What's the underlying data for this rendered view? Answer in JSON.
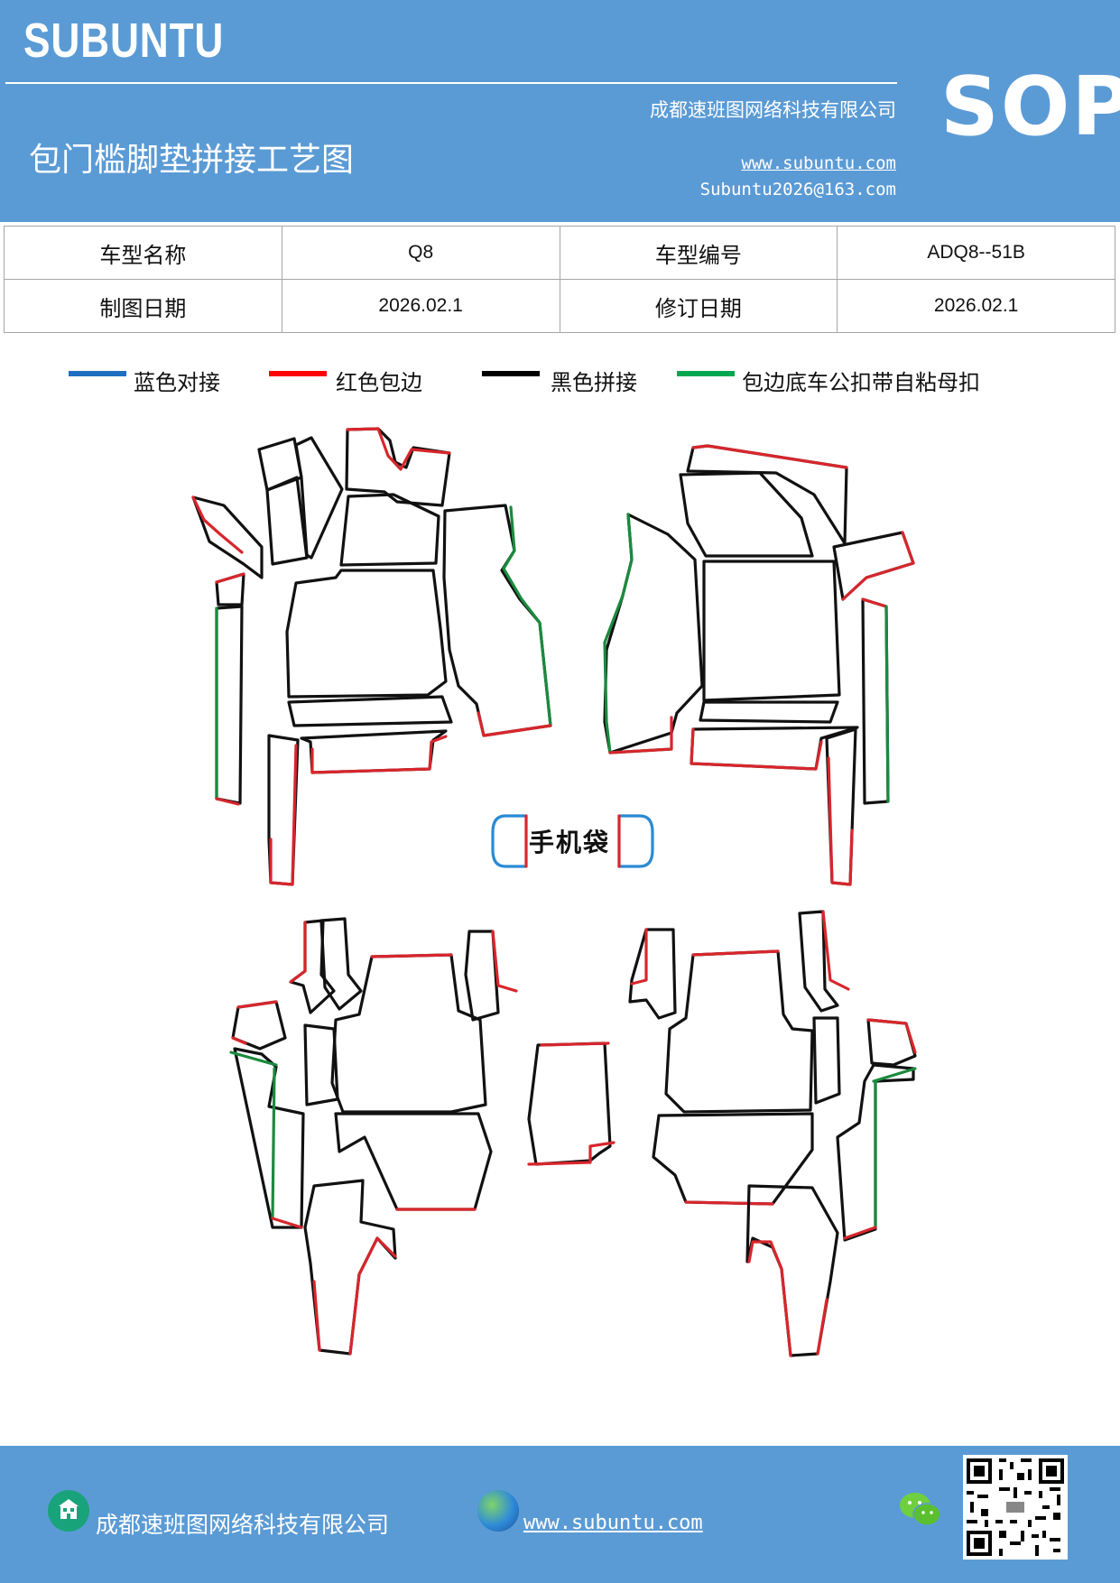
{
  "header": {
    "logo": "SUBUNTU",
    "badge": "SOP",
    "company": "成都速班图网络科技有限公司",
    "title": "包门槛脚垫拼接工艺图",
    "website": "www.subuntu.com",
    "email": "Subuntu2026@163.com"
  },
  "info_table": {
    "model_name_label": "车型名称",
    "model_name_value": "Q8",
    "model_code_label": "车型编号",
    "model_code_value": "ADQ8--51B",
    "drawing_date_label": "制图日期",
    "drawing_date_value": "2026.02.1",
    "revision_date_label": "修订日期",
    "revision_date_value": "2026.02.1"
  },
  "legend": [
    {
      "label": "蓝色对接",
      "color": "#1f6fc0"
    },
    {
      "label": "红色包边",
      "color": "#ff0000"
    },
    {
      "label": "黑色拼接",
      "color": "#000000"
    },
    {
      "label": "包边底车公扣带自粘母扣",
      "color": "#00a650"
    }
  ],
  "diagram": {
    "phone_pocket_label": "手机袋",
    "line_colors": {
      "black": "#111111",
      "red": "#d7262c",
      "green": "#1a8a3e",
      "blue": "#2a8ad4"
    }
  },
  "footer": {
    "company": "成都速班图网络科技有限公司",
    "website": "www.subuntu.com",
    "icons": [
      "building-icon",
      "globe-icon",
      "wechat-icon",
      "qr-code"
    ]
  }
}
